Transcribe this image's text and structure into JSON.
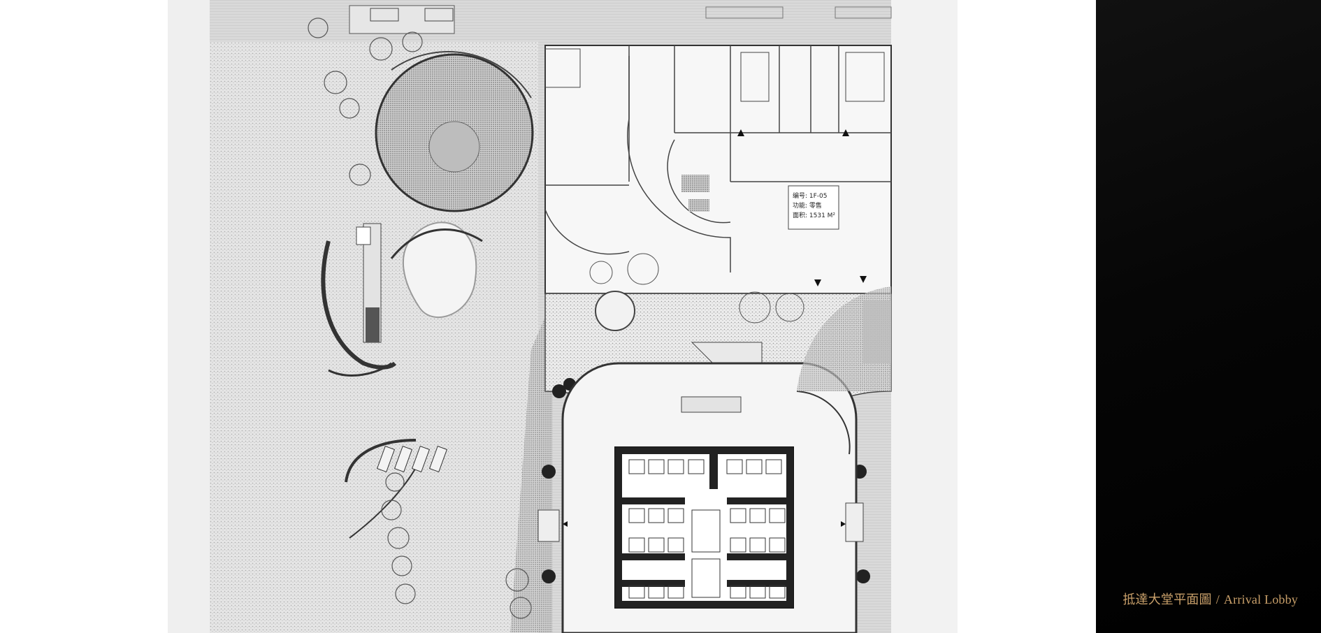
{
  "caption": {
    "chinese": "抵達大堂平面圖",
    "separator": "/",
    "english": "Arrival Lobby"
  },
  "unit_tag": {
    "line1": "编号: 1F-05",
    "line2": "功能: 零售",
    "line3": "面积: 1531 M²"
  },
  "colors": {
    "panel_background": "#000000",
    "caption_text": "#c9a06a",
    "plan_background": "#ffffff"
  }
}
